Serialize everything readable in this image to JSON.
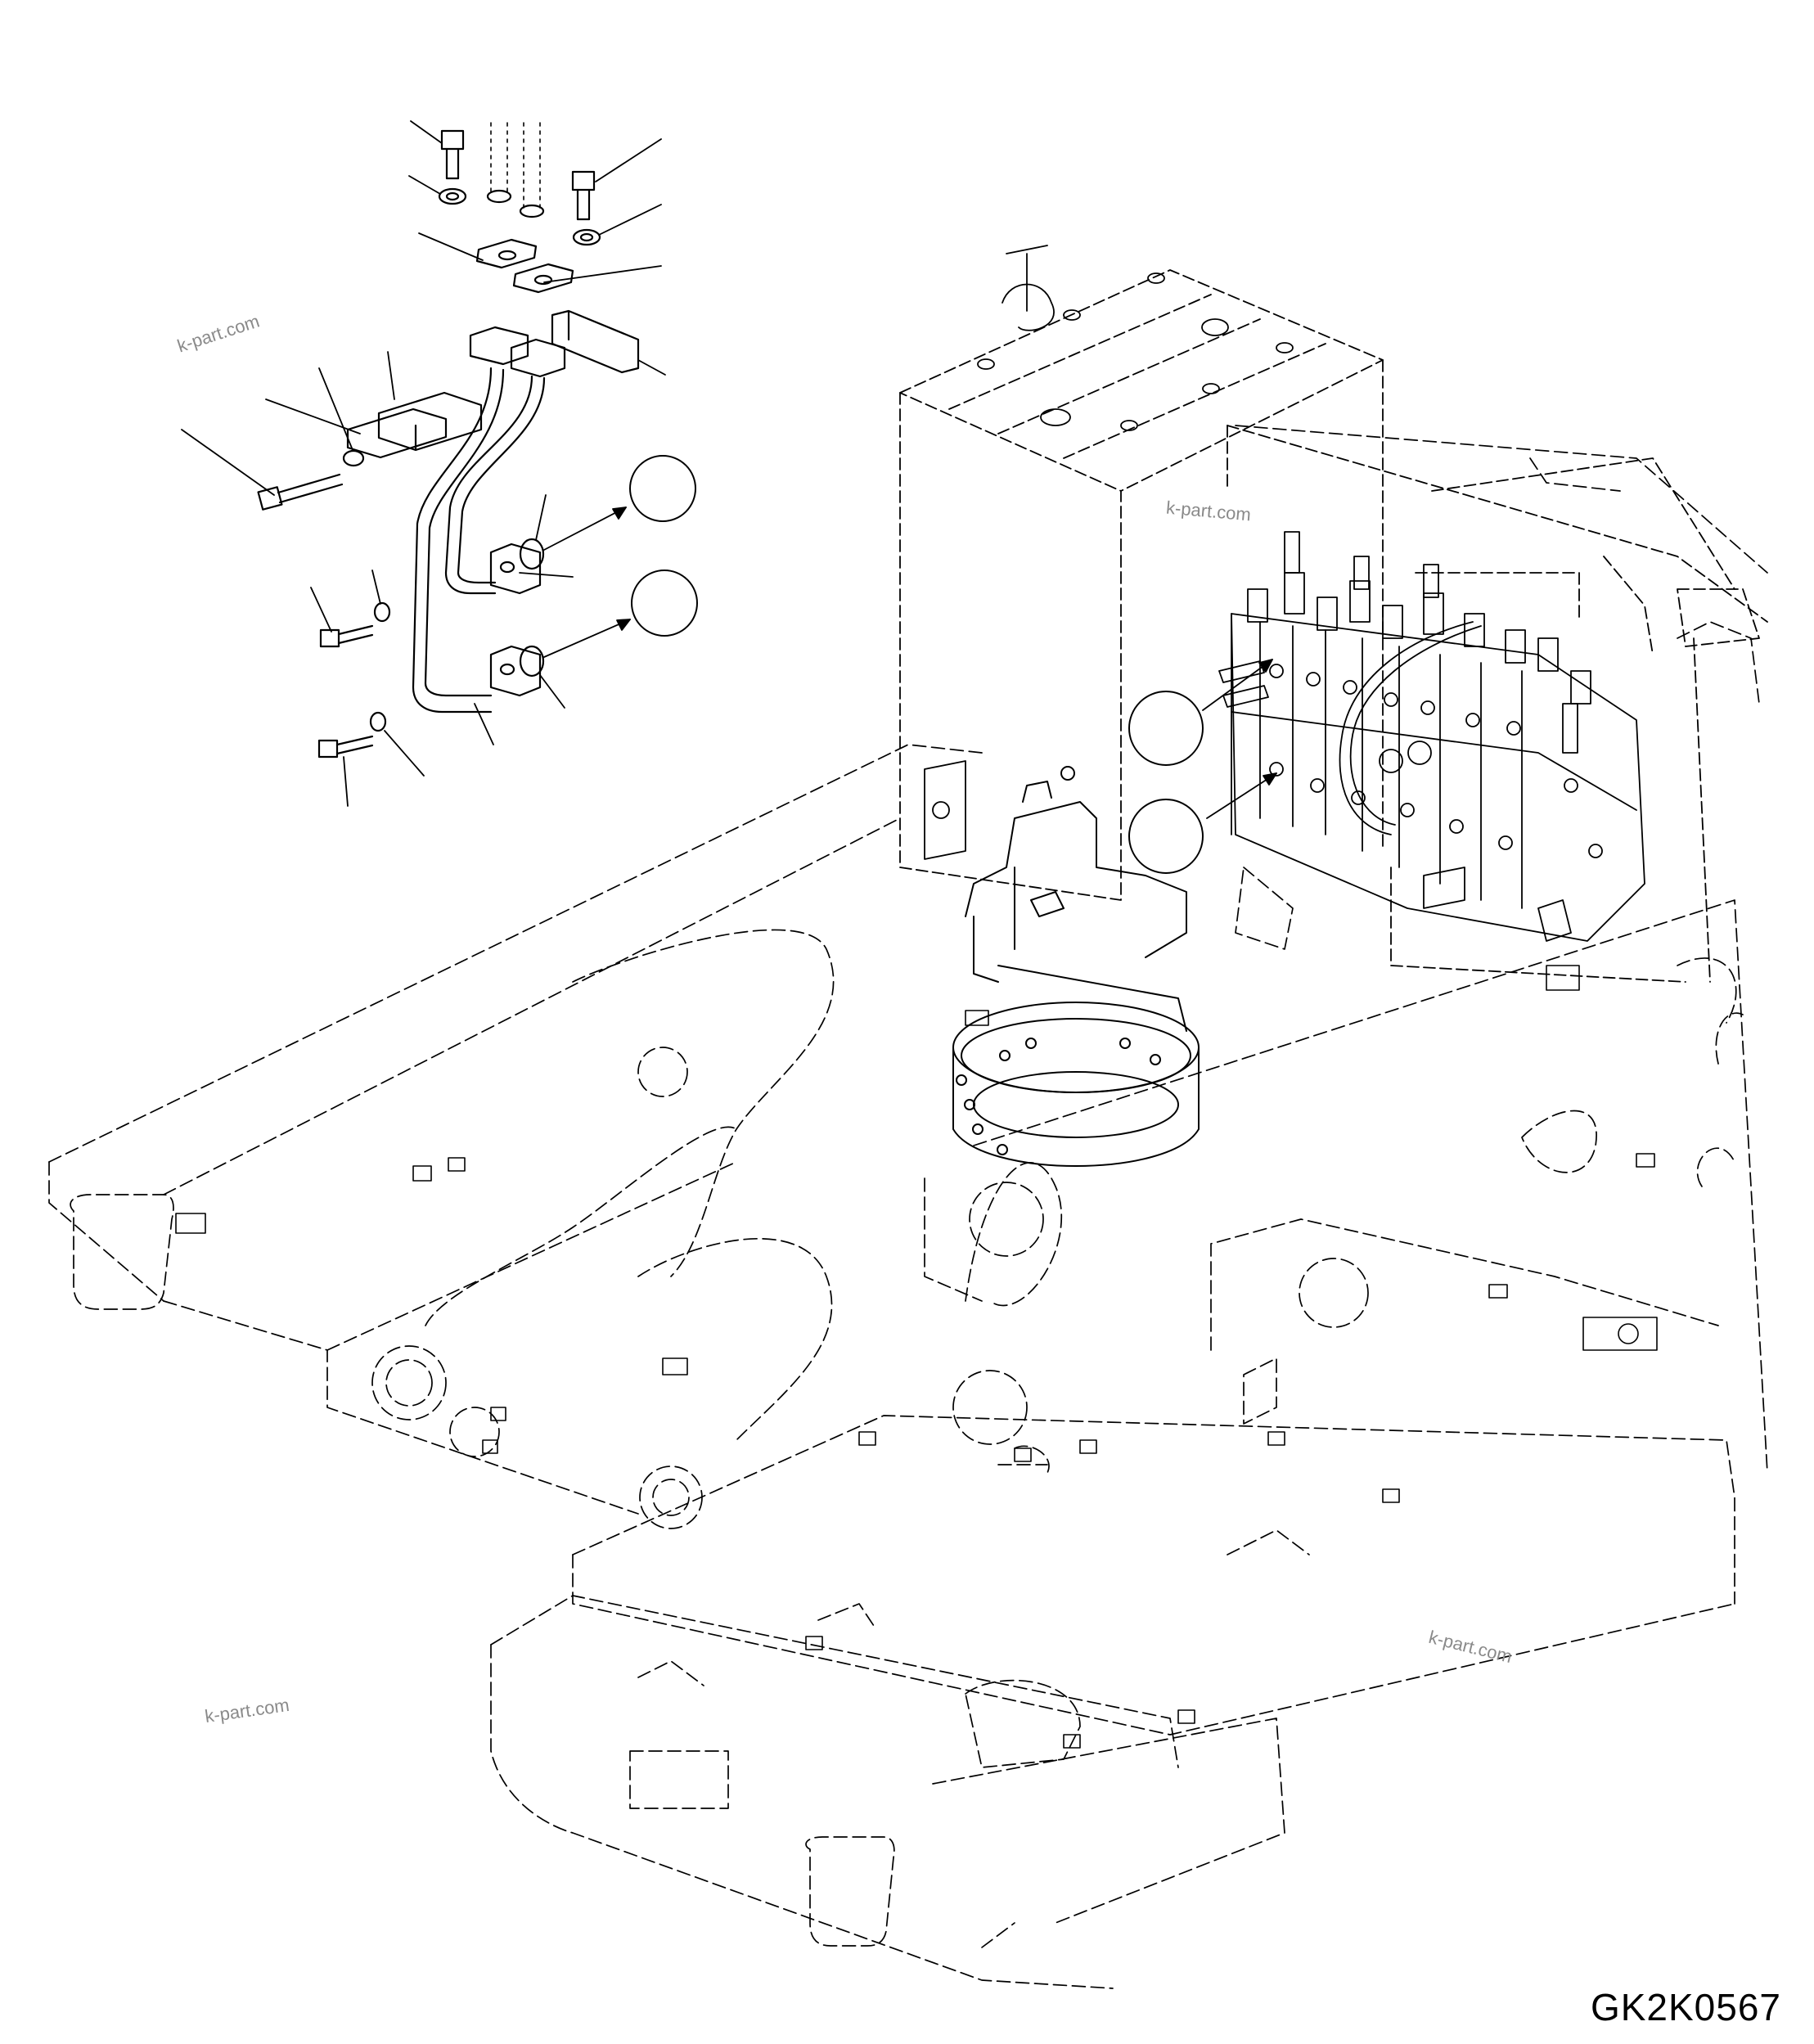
{
  "drawing": {
    "code": "GK2K0567",
    "watermarks": [
      "k-part.com",
      "k-part.com",
      "k-part.com",
      "k-part.com"
    ],
    "callouts": [
      "",
      "",
      "",
      ""
    ],
    "style": {
      "line_color": "#000000",
      "background": "#ffffff",
      "watermark_color": "#8a8a8a"
    }
  }
}
